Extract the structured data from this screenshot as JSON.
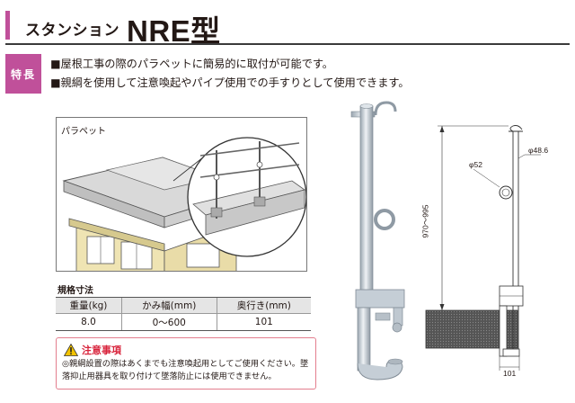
{
  "header": {
    "subtitle": "スタンション",
    "title": "NRE型"
  },
  "features": {
    "tag": "特長",
    "items": [
      "■屋根工事の際のパラペットに簡易的に取付が可能です。",
      "■親綱を使用して注意喚起やパイプ使用での手すりとして使用できます。"
    ]
  },
  "illustration": {
    "label": "パラペット"
  },
  "spec": {
    "title": "規格寸法",
    "headers": [
      "重量(kg)",
      "かみ幅(mm)",
      "奥行き(mm)"
    ],
    "rows": [
      [
        "8.0",
        "0〜600",
        "101"
      ]
    ]
  },
  "caution": {
    "heading": "注意事項",
    "text": "◎親綱設置の際はあくまでも注意喚起用としてご使用ください。墜落抑止用器具を取り付けて墜落防止には使用できません。"
  },
  "dimensions": {
    "pipe_dia": "φ48.6",
    "ring_dia": "φ52",
    "height": "970〜995",
    "depth": "101"
  },
  "colors": {
    "accent": "#c0509a",
    "caution": "#d8233b",
    "steel": "#c9d3db"
  }
}
